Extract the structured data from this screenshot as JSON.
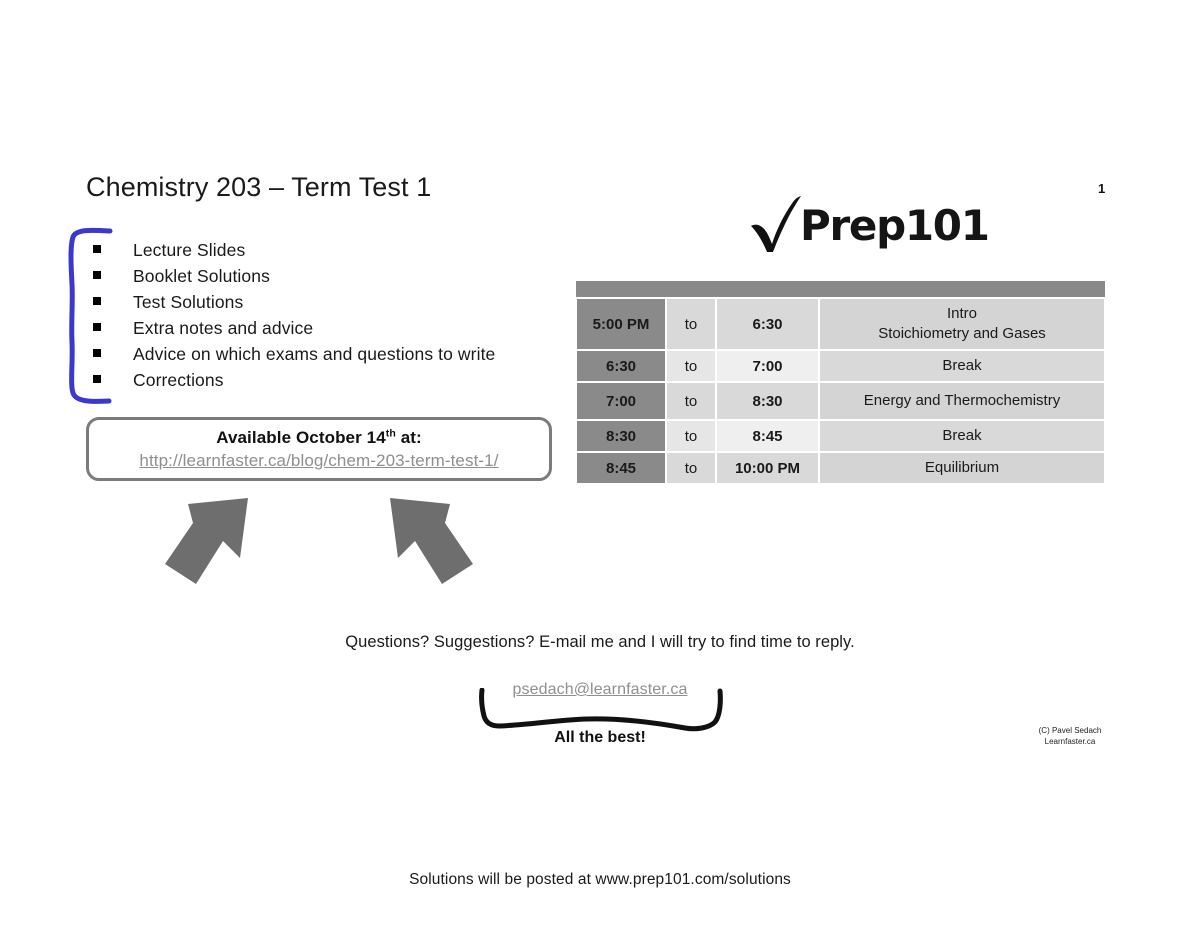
{
  "slide": {
    "title": "Chemistry 203 – Term Test 1",
    "page_number": "1",
    "background_color": "#ffffff"
  },
  "logo": {
    "wordmark": "Prep101",
    "check_icon": "checkmark-icon",
    "color": "#151515"
  },
  "bullets": [
    {
      "label": "Lecture Slides"
    },
    {
      "label": "Booklet Solutions"
    },
    {
      "label": "Test Solutions"
    },
    {
      "label": "Extra notes  and advice"
    },
    {
      "label": "Advice on which exams and questions to write"
    },
    {
      "label": "Corrections"
    }
  ],
  "bracket": {
    "color": "#3b38cf",
    "name": "blue-hand-drawn-bracket"
  },
  "url_box": {
    "title_prefix": "Available October 14",
    "title_superscript": "th",
    "title_suffix": " at:",
    "link_text": "http://learnfaster.ca/blog/chem-203-term-test-1/",
    "border_color": "#7b7b7b",
    "link_color": "#8f8f8f"
  },
  "arrows": {
    "color": "#6e6e6e",
    "left_name": "arrow-up-right",
    "right_name": "arrow-up-left"
  },
  "schedule": {
    "columns": [
      "start",
      "to",
      "end",
      "topic"
    ],
    "header_bar_color": "#898989",
    "rows": [
      {
        "start": "5:00 PM",
        "to": "to",
        "end": "6:30",
        "topic": "Intro\nStoichiometry and Gases",
        "shade": "dark",
        "height": "tall"
      },
      {
        "start": "6:30",
        "to": "to",
        "end": "7:00",
        "topic": "Break",
        "shade": "light",
        "height": "short"
      },
      {
        "start": "7:00",
        "to": "to",
        "end": "8:30",
        "topic": "Energy and Thermochemistry",
        "shade": "dark",
        "height": "mid"
      },
      {
        "start": "8:30",
        "to": "to",
        "end": "8:45",
        "topic": "Break",
        "shade": "light",
        "height": "short"
      },
      {
        "start": "8:45",
        "to": "to",
        "end": "10:00 PM",
        "topic": "Equilibrium",
        "shade": "dark",
        "height": "short"
      }
    ]
  },
  "contact": {
    "questions_line": "Questions? Suggestions? E-mail me and I will try to find time to reply.",
    "email": "psedach@learnfaster.ca",
    "sign_off": "All the best!",
    "brace_name": "hand-drawn-brace"
  },
  "copyright": {
    "line1": "(C) Pavel Sedach",
    "line2": "Learnfaster.ca"
  },
  "footer": {
    "note": "Solutions will be posted at www.prep101.com/solutions"
  }
}
